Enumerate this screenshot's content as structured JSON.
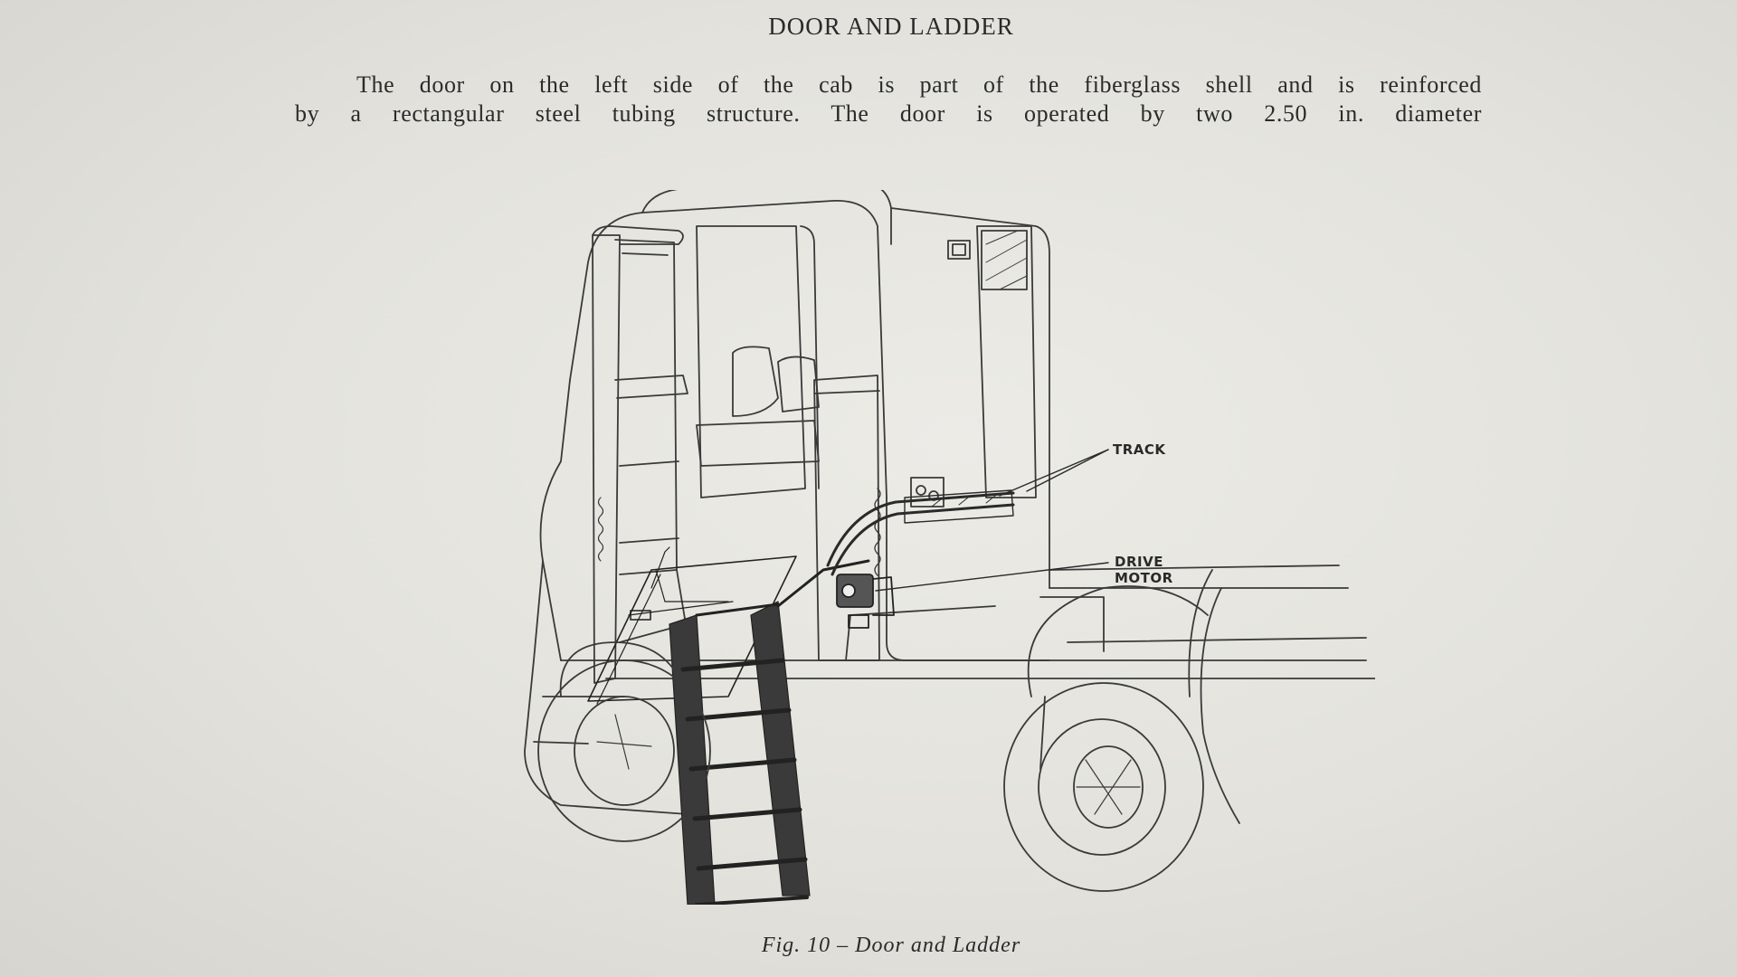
{
  "page": {
    "heading": "DOOR AND LADDER",
    "paragraph_lines": [
      "The door on the left side of the cab is part of the fiberglass shell and is reinforced",
      "by a rectangular steel tubing structure.  The door is operated by two 2.50 in. diameter"
    ]
  },
  "figure": {
    "labels": {
      "track": "TRACK",
      "drive_motor_line1": "DRIVE",
      "drive_motor_line2": "MOTOR"
    },
    "caption": "Fig. 10  –  Door and Ladder"
  }
}
